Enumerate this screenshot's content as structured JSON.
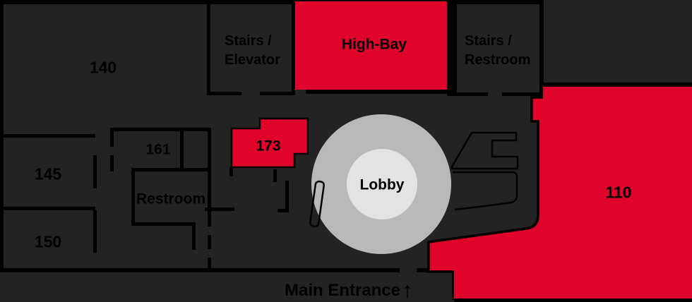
{
  "title": "Building floor plan",
  "colors": {
    "background": "#232323",
    "wall": "#000000",
    "highlight_red": "#e0042b",
    "lobby_outer": "#b9b9b9",
    "lobby_inner": "#e3e3e3",
    "text": "#000000"
  },
  "rooms": {
    "room_140": {
      "label": "140"
    },
    "stairs_elevator": {
      "line1": "Stairs /",
      "line2": "Elevator"
    },
    "high_bay": {
      "label": "High-Bay"
    },
    "stairs_restroom": {
      "line1": "Stairs /",
      "line2": "Restroom"
    },
    "room_145": {
      "label": "145"
    },
    "room_150": {
      "label": "150"
    },
    "room_161": {
      "label": "161"
    },
    "restroom": {
      "label": "Restroom"
    },
    "room_173": {
      "label": "173"
    },
    "room_110": {
      "label": "110"
    },
    "lobby": {
      "label": "Lobby"
    }
  },
  "entrance": {
    "label": "Main Entrance",
    "arrow": "↑"
  }
}
